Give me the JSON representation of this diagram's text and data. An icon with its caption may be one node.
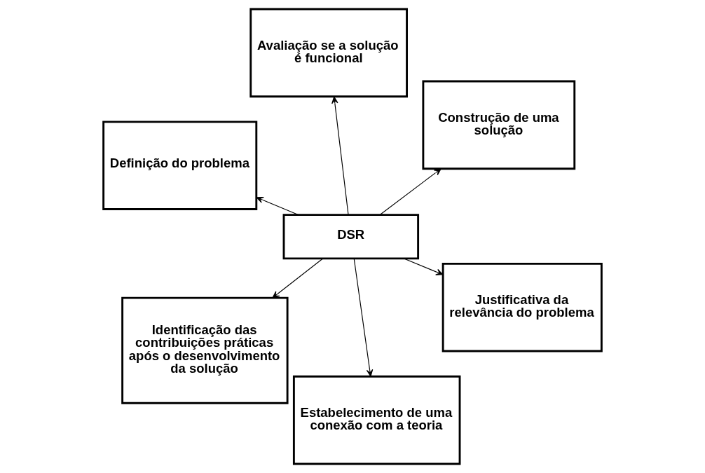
{
  "diagram": {
    "nodes": [
      {
        "text": [
          "Definição do problema"
        ]
      },
      {
        "text": [
          "Justificativa da relevância do problema"
        ]
      },
      {
        "text": [
          "Estabelecimento de uma conexão com a teoria"
        ]
      },
      {
        "text": [
          "DSR"
        ]
      },
      {
        "text": [
          "Construção de uma solução"
        ]
      },
      {
        "text": [
          "Avaliação se a solução é funcional"
        ]
      },
      {
        "text": [
          "Identificação das contribuições práticas após o desenvolvimento da solução"
        ]
      }
    ],
    "edges": [
      {
        "from": 3,
        "to": 0,
        "arrow": "to"
      },
      {
        "from": 3,
        "to": 1,
        "arrow": "to"
      },
      {
        "from": 3,
        "to": 2,
        "arrow": "to"
      },
      {
        "from": 3,
        "to": 4,
        "arrow": "to"
      },
      {
        "from": 3,
        "to": 5,
        "arrow": "to"
      },
      {
        "from": 3,
        "to": 6,
        "arrow": "to"
      }
    ]
  }
}
